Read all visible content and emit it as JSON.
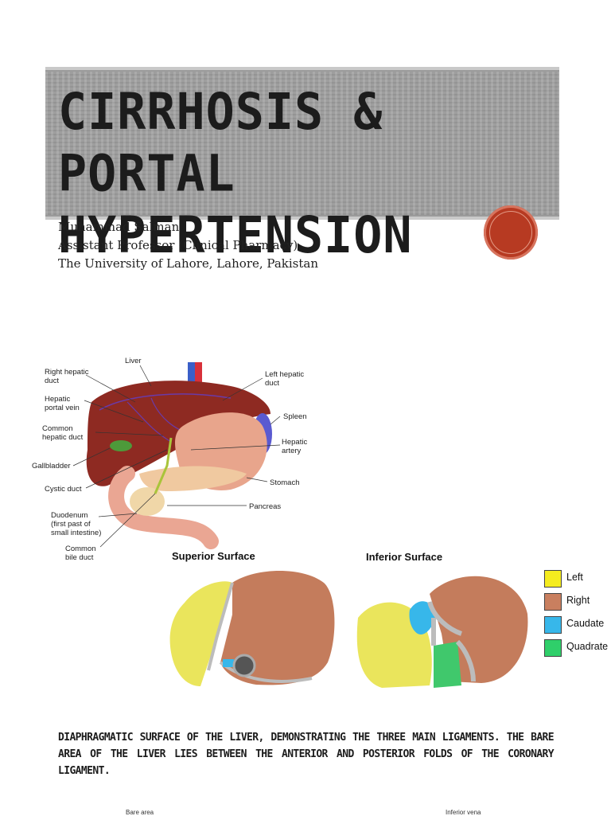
{
  "slide": {
    "title_line1": "CIRRHOSIS & PORTAL",
    "title_line2": "HYPERTENSION"
  },
  "author": {
    "name": "Muhammad Salman",
    "role": "Assistant Professor (Clinical Pharmacy)",
    "affiliation": "The University of Lahore, Lahore, Pakistan"
  },
  "anatomy_labels": {
    "liver": "Liver",
    "right_hepatic_duct_1": "Right hepatic",
    "right_hepatic_duct_2": "duct",
    "hepatic_portal_vein_1": "Hepatic",
    "hepatic_portal_vein_2": "portal vein",
    "common_hepatic_duct_1": "Common",
    "common_hepatic_duct_2": "hepatic duct",
    "gallbladder": "Gallbladder",
    "cystic_duct": "Cystic duct",
    "duodenum_1": "Duodenum",
    "duodenum_2": "(first past of",
    "duodenum_3": "small intestine)",
    "common_bile_duct_1": "Common",
    "common_bile_duct_2": "bile duct",
    "left_hepatic_duct_1": "Left hepatic",
    "left_hepatic_duct_2": "duct",
    "spleen": "Spleen",
    "hepatic_artery_1": "Hepatic",
    "hepatic_artery_2": "artery",
    "stomach": "Stomach",
    "pancreas": "Pancreas"
  },
  "surfaces": {
    "superior": "Superior Surface",
    "inferior": "Inferior Surface"
  },
  "legend": [
    {
      "label": "Left",
      "color": "#f5ec1f"
    },
    {
      "label": "Right",
      "color": "#c97f5f"
    },
    {
      "label": "Caudate",
      "color": "#37b7ea"
    },
    {
      "label": "Quadrate",
      "color": "#2fcf6a"
    }
  ],
  "caption": "Diaphragmatic surface of the liver, demonstrating the three main ligaments. The bare area of the liver lies between the anterior and posterior folds of the coronary ligament.",
  "footer_fragments": {
    "left": "Bare area",
    "right": "Inferior vena"
  }
}
